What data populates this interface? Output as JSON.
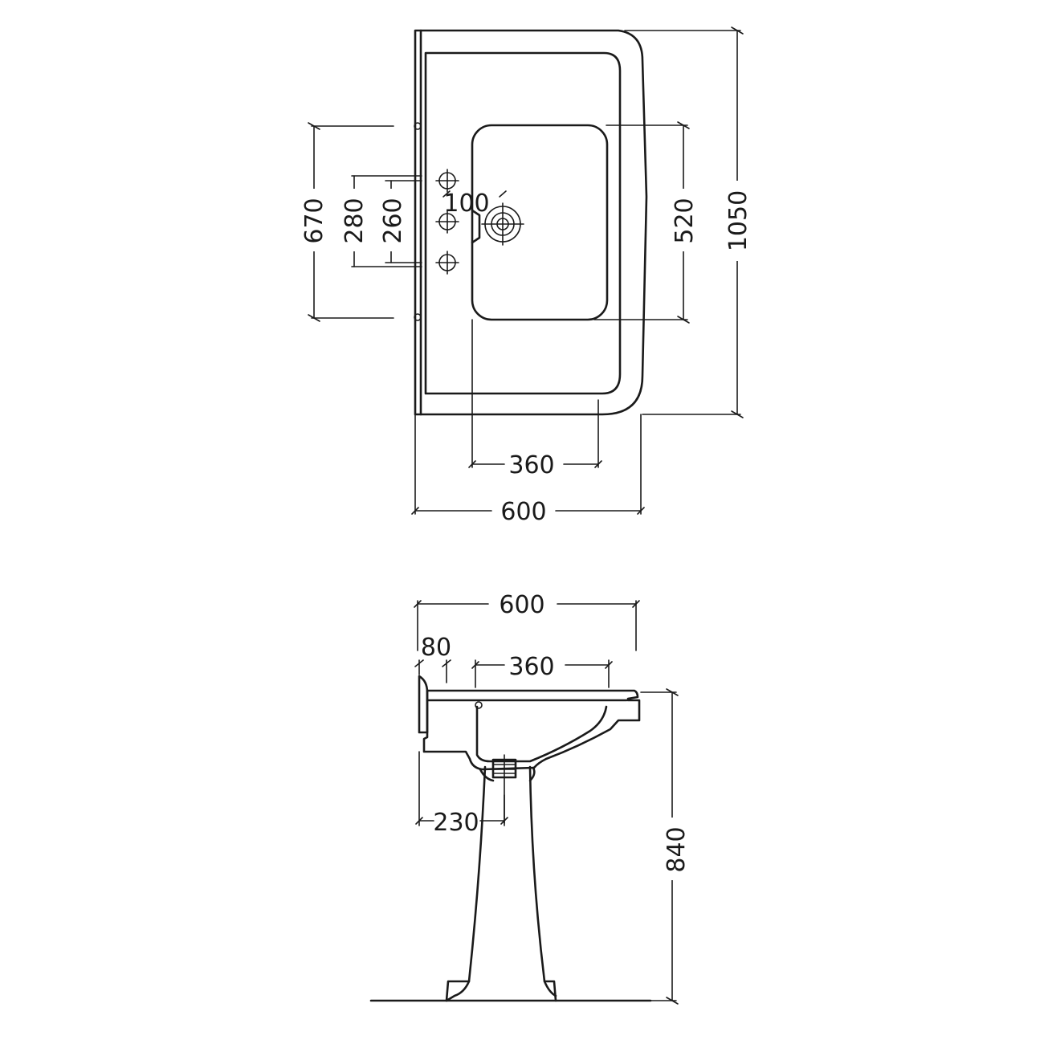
{
  "top_view": {
    "dimensions": {
      "hole_span_outer": "670",
      "tap_outer": "280",
      "tap_inner": "260",
      "waste_offset": "100",
      "bowl_length": "520",
      "overall_length": "1050",
      "bowl_width": "360",
      "overall_width": "600"
    }
  },
  "side_view": {
    "dimensions": {
      "overall_width": "600",
      "back_ledge": "80",
      "bowl_width": "360",
      "pedestal_offset": "230",
      "height": "840"
    }
  }
}
